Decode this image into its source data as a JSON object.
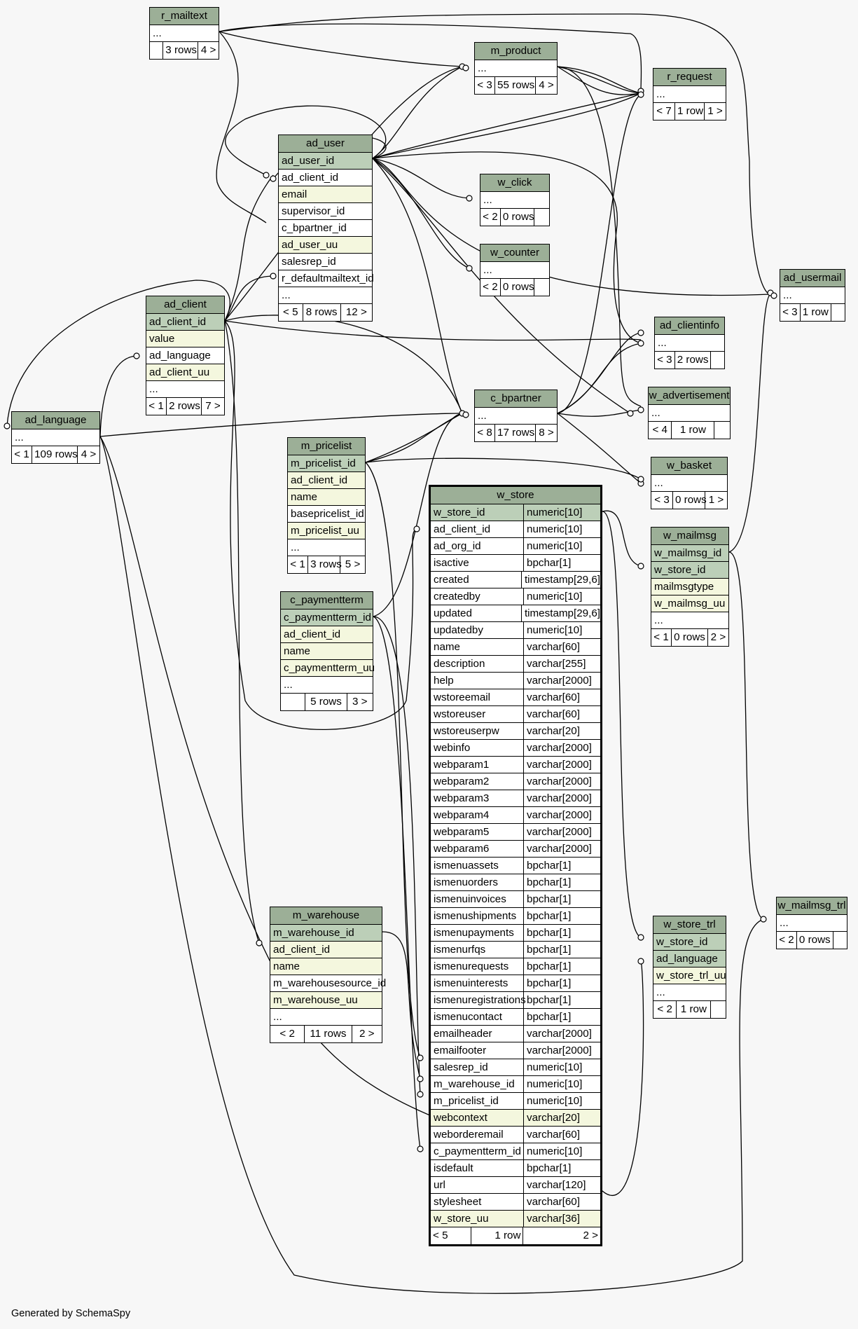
{
  "footer_text": "Generated by SchemaSpy",
  "colors": {
    "header": "#9caf97",
    "primary_key_row": "#bccfb8",
    "indexed_row": "#f4f7de",
    "plain_row": "#ffffff",
    "edge": "#000000"
  },
  "tables": {
    "r_mailtext": {
      "name": "r_mailtext",
      "columns": [
        "..."
      ],
      "footer": [
        "",
        "3 rows",
        "4 >"
      ]
    },
    "m_product": {
      "name": "m_product",
      "columns": [
        "..."
      ],
      "footer": [
        "< 3",
        "55 rows",
        "4 >"
      ]
    },
    "r_request": {
      "name": "r_request",
      "columns": [
        "..."
      ],
      "footer": [
        "< 7",
        "1 row",
        "1 >"
      ]
    },
    "ad_user": {
      "name": "ad_user",
      "columns": [
        "ad_user_id",
        "ad_client_id",
        "email",
        "supervisor_id",
        "c_bpartner_id",
        "ad_user_uu",
        "salesrep_id",
        "r_defaultmailtext_id",
        "..."
      ],
      "footer": [
        "< 5",
        "8 rows",
        "12 >"
      ]
    },
    "w_click": {
      "name": "w_click",
      "columns": [
        "..."
      ],
      "footer": [
        "< 2",
        "0 rows",
        ""
      ]
    },
    "w_counter": {
      "name": "w_counter",
      "columns": [
        "..."
      ],
      "footer": [
        "< 2",
        "0 rows",
        ""
      ]
    },
    "ad_usermail": {
      "name": "ad_usermail",
      "columns": [
        "..."
      ],
      "footer": [
        "< 3",
        "1 row",
        ""
      ]
    },
    "ad_client": {
      "name": "ad_client",
      "columns": [
        "ad_client_id",
        "value",
        "ad_language",
        "ad_client_uu",
        "..."
      ],
      "footer": [
        "< 1",
        "2 rows",
        "7 >"
      ]
    },
    "ad_clientinfo": {
      "name": "ad_clientinfo",
      "columns": [
        "..."
      ],
      "footer": [
        "< 3",
        "2 rows",
        ""
      ]
    },
    "ad_language": {
      "name": "ad_language",
      "columns": [
        "..."
      ],
      "footer": [
        "< 1",
        "109 rows",
        "4 >"
      ]
    },
    "c_bpartner": {
      "name": "c_bpartner",
      "columns": [
        "..."
      ],
      "footer": [
        "< 8",
        "17 rows",
        "8 >"
      ]
    },
    "w_advertisement": {
      "name": "w_advertisement",
      "columns": [
        "..."
      ],
      "footer": [
        "< 4",
        "1 row",
        ""
      ]
    },
    "m_pricelist": {
      "name": "m_pricelist",
      "columns": [
        "m_pricelist_id",
        "ad_client_id",
        "name",
        "basepricelist_id",
        "m_pricelist_uu",
        "..."
      ],
      "footer": [
        "< 1",
        "3 rows",
        "5 >"
      ]
    },
    "w_basket": {
      "name": "w_basket",
      "columns": [
        "..."
      ],
      "footer": [
        "< 3",
        "0 rows",
        "1 >"
      ]
    },
    "w_mailmsg": {
      "name": "w_mailmsg",
      "columns": [
        "w_mailmsg_id",
        "w_store_id",
        "mailmsgtype",
        "w_mailmsg_uu",
        "..."
      ],
      "footer": [
        "< 1",
        "0 rows",
        "2 >"
      ]
    },
    "c_paymentterm": {
      "name": "c_paymentterm",
      "columns": [
        "c_paymentterm_id",
        "ad_client_id",
        "name",
        "c_paymentterm_uu",
        "..."
      ],
      "footer": [
        "",
        "5 rows",
        "3 >"
      ]
    },
    "m_warehouse": {
      "name": "m_warehouse",
      "columns": [
        "m_warehouse_id",
        "ad_client_id",
        "name",
        "m_warehousesource_id",
        "m_warehouse_uu",
        "..."
      ],
      "footer": [
        "< 2",
        "11 rows",
        "2 >"
      ]
    },
    "w_store_trl": {
      "name": "w_store_trl",
      "columns": [
        "w_store_id",
        "ad_language",
        "w_store_trl_uu",
        "..."
      ],
      "footer": [
        "< 2",
        "1 row",
        ""
      ]
    },
    "w_mailmsg_trl": {
      "name": "w_mailmsg_trl",
      "columns": [
        "..."
      ],
      "footer": [
        "< 2",
        "0 rows",
        ""
      ]
    },
    "w_store": {
      "name": "w_store",
      "columns": [
        [
          "w_store_id",
          "numeric[10]"
        ],
        [
          "ad_client_id",
          "numeric[10]"
        ],
        [
          "ad_org_id",
          "numeric[10]"
        ],
        [
          "isactive",
          "bpchar[1]"
        ],
        [
          "created",
          "timestamp[29,6]"
        ],
        [
          "createdby",
          "numeric[10]"
        ],
        [
          "updated",
          "timestamp[29,6]"
        ],
        [
          "updatedby",
          "numeric[10]"
        ],
        [
          "name",
          "varchar[60]"
        ],
        [
          "description",
          "varchar[255]"
        ],
        [
          "help",
          "varchar[2000]"
        ],
        [
          "wstoreemail",
          "varchar[60]"
        ],
        [
          "wstoreuser",
          "varchar[60]"
        ],
        [
          "wstoreuserpw",
          "varchar[20]"
        ],
        [
          "webinfo",
          "varchar[2000]"
        ],
        [
          "webparam1",
          "varchar[2000]"
        ],
        [
          "webparam2",
          "varchar[2000]"
        ],
        [
          "webparam3",
          "varchar[2000]"
        ],
        [
          "webparam4",
          "varchar[2000]"
        ],
        [
          "webparam5",
          "varchar[2000]"
        ],
        [
          "webparam6",
          "varchar[2000]"
        ],
        [
          "ismenuassets",
          "bpchar[1]"
        ],
        [
          "ismenuorders",
          "bpchar[1]"
        ],
        [
          "ismenuinvoices",
          "bpchar[1]"
        ],
        [
          "ismenushipments",
          "bpchar[1]"
        ],
        [
          "ismenupayments",
          "bpchar[1]"
        ],
        [
          "ismenurfqs",
          "bpchar[1]"
        ],
        [
          "ismenurequests",
          "bpchar[1]"
        ],
        [
          "ismenuinterests",
          "bpchar[1]"
        ],
        [
          "ismenuregistrations",
          "bpchar[1]"
        ],
        [
          "ismenucontact",
          "bpchar[1]"
        ],
        [
          "emailheader",
          "varchar[2000]"
        ],
        [
          "emailfooter",
          "varchar[2000]"
        ],
        [
          "salesrep_id",
          "numeric[10]"
        ],
        [
          "m_warehouse_id",
          "numeric[10]"
        ],
        [
          "m_pricelist_id",
          "numeric[10]"
        ],
        [
          "webcontext",
          "varchar[20]"
        ],
        [
          "weborderemail",
          "varchar[60]"
        ],
        [
          "c_paymentterm_id",
          "numeric[10]"
        ],
        [
          "isdefault",
          "bpchar[1]"
        ],
        [
          "url",
          "varchar[120]"
        ],
        [
          "stylesheet",
          "varchar[60]"
        ],
        [
          "w_store_uu",
          "varchar[36]"
        ]
      ],
      "footer": [
        "< 5",
        "1 row",
        "2 >"
      ]
    }
  }
}
